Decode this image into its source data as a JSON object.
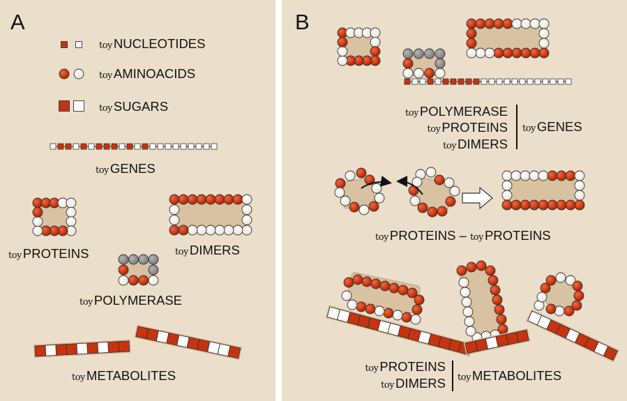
{
  "panel_a": {
    "letter": "A",
    "toy_prefix": "toy",
    "legend": {
      "nucleotides": "NUCLEOTIDES",
      "aminoacids": "AMINOACIDS",
      "sugars": "SUGARS"
    },
    "genes": "GENES",
    "proteins": "PROTEINS",
    "dimers": "DIMERS",
    "polymerase": "POLYMERASE",
    "metabolites": "METABOLITES"
  },
  "panel_b": {
    "letter": "B",
    "toy_prefix": "toy",
    "top_left_labels": [
      "POLYMERASE",
      "PROTEINS",
      "DIMERS"
    ],
    "top_right_label": "GENES",
    "interaction_label": "PROTEINS",
    "interaction_dash": "–",
    "interaction_label_2": "PROTEINS",
    "bottom_left_labels": [
      "PROTEINS",
      "DIMERS"
    ],
    "bottom_right_label": "METABOLITES"
  },
  "colors": {
    "background": "#ebdfcb",
    "red": "#c8330f",
    "white": "#ffffff",
    "gray": "#8d8d8d",
    "tan": "#d9c2a1",
    "outline": "#333333"
  }
}
